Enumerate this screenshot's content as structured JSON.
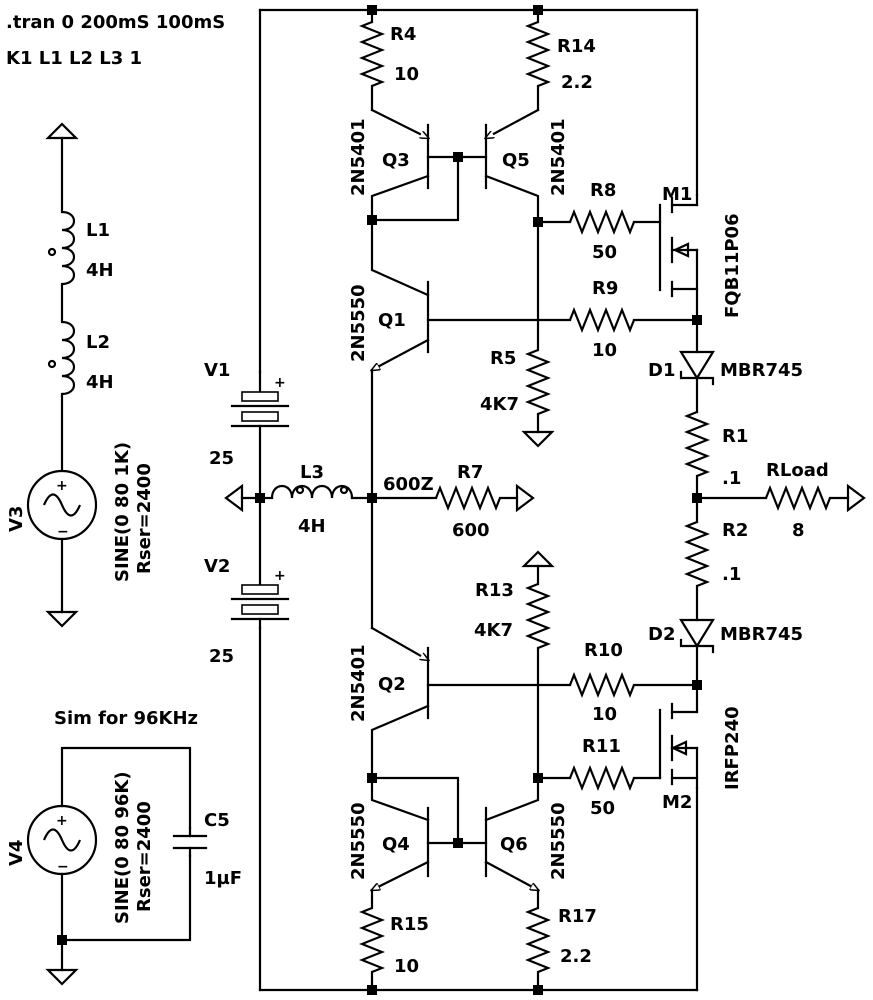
{
  "directives": {
    "tran": ".tran 0 200mS 100mS",
    "coupling": "K1 L1 L2 L3 1"
  },
  "note": "Sim for 96KHz",
  "components": {
    "R4": {
      "name": "R4",
      "value": "10"
    },
    "R14": {
      "name": "R14",
      "value": "2.2"
    },
    "R8": {
      "name": "R8",
      "value": "50"
    },
    "R9": {
      "name": "R9",
      "value": "10"
    },
    "R5": {
      "name": "R5",
      "value": "4K7"
    },
    "R7": {
      "name": "R7",
      "value": "600"
    },
    "R1": {
      "name": "R1",
      "value": ".1"
    },
    "R2": {
      "name": "R2",
      "value": ".1"
    },
    "RLoad": {
      "name": "RLoad",
      "value": "8"
    },
    "R13": {
      "name": "R13",
      "value": "4K7"
    },
    "R10": {
      "name": "R10",
      "value": "10"
    },
    "R11": {
      "name": "R11",
      "value": "50"
    },
    "R15": {
      "name": "R15",
      "value": "10"
    },
    "R17": {
      "name": "R17",
      "value": "2.2"
    },
    "Q1": {
      "name": "Q1",
      "model": "2N5550"
    },
    "Q2": {
      "name": "Q2",
      "model": "2N5401"
    },
    "Q3": {
      "name": "Q3",
      "model": "2N5401"
    },
    "Q4": {
      "name": "Q4",
      "model": "2N5550"
    },
    "Q5": {
      "name": "Q5",
      "model": "2N5401"
    },
    "Q6": {
      "name": "Q6",
      "model": "2N5550"
    },
    "M1": {
      "name": "M1",
      "model": "FQB11P06"
    },
    "M2": {
      "name": "M2",
      "model": "IRFP240"
    },
    "D1": {
      "name": "D1",
      "model": "MBR745"
    },
    "D2": {
      "name": "D2",
      "model": "MBR745"
    },
    "L1": {
      "name": "L1",
      "value": "4H"
    },
    "L2": {
      "name": "L2",
      "value": "4H"
    },
    "L3": {
      "name": "L3",
      "value": "4H"
    },
    "V1": {
      "name": "V1",
      "value": "25"
    },
    "V2": {
      "name": "V2",
      "value": "25"
    },
    "V3": {
      "name": "V3",
      "value": "SINE(0 80 1K)",
      "rser": "Rser=2400"
    },
    "V4": {
      "name": "V4",
      "value": "SINE(0 80 96K)",
      "rser": "Rser=2400"
    },
    "C5": {
      "name": "C5",
      "value": "1µF"
    }
  },
  "nets": {
    "center_tap": "600Z"
  }
}
